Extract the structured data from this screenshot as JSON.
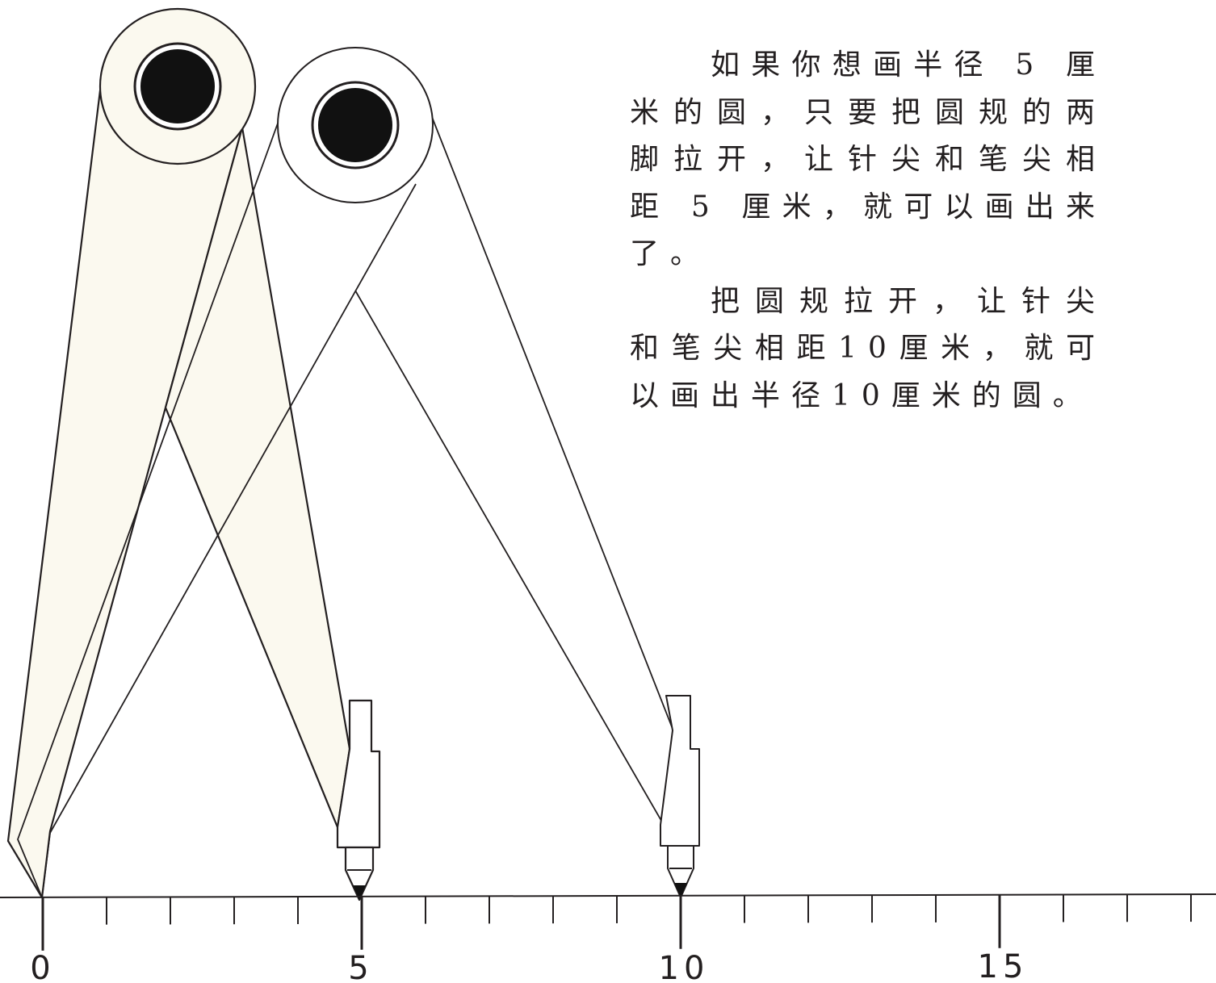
{
  "text": {
    "paragraph_1": "如果你想画半径 5 厘米的圆，只要把圆规的两脚拉开，让针尖和笔尖相距 5 厘米，就可以画出来了。",
    "paragraph_2": "把圆规拉开，让针尖和笔尖相距10厘米，就可以画出半径10厘米的圆。"
  },
  "ruler": {
    "start": 0,
    "end": 18,
    "labels": [
      "0",
      "5",
      "10",
      "15"
    ]
  },
  "compasses": [
    {
      "label": "radius-5",
      "needle_at": 0,
      "pencil_at": 5
    },
    {
      "label": "radius-10",
      "needle_at": 0,
      "pencil_at": 10
    }
  ],
  "colors": {
    "ink": "#231f20",
    "leg_fill": "#fbf9ef",
    "paper": "#ffffff"
  }
}
